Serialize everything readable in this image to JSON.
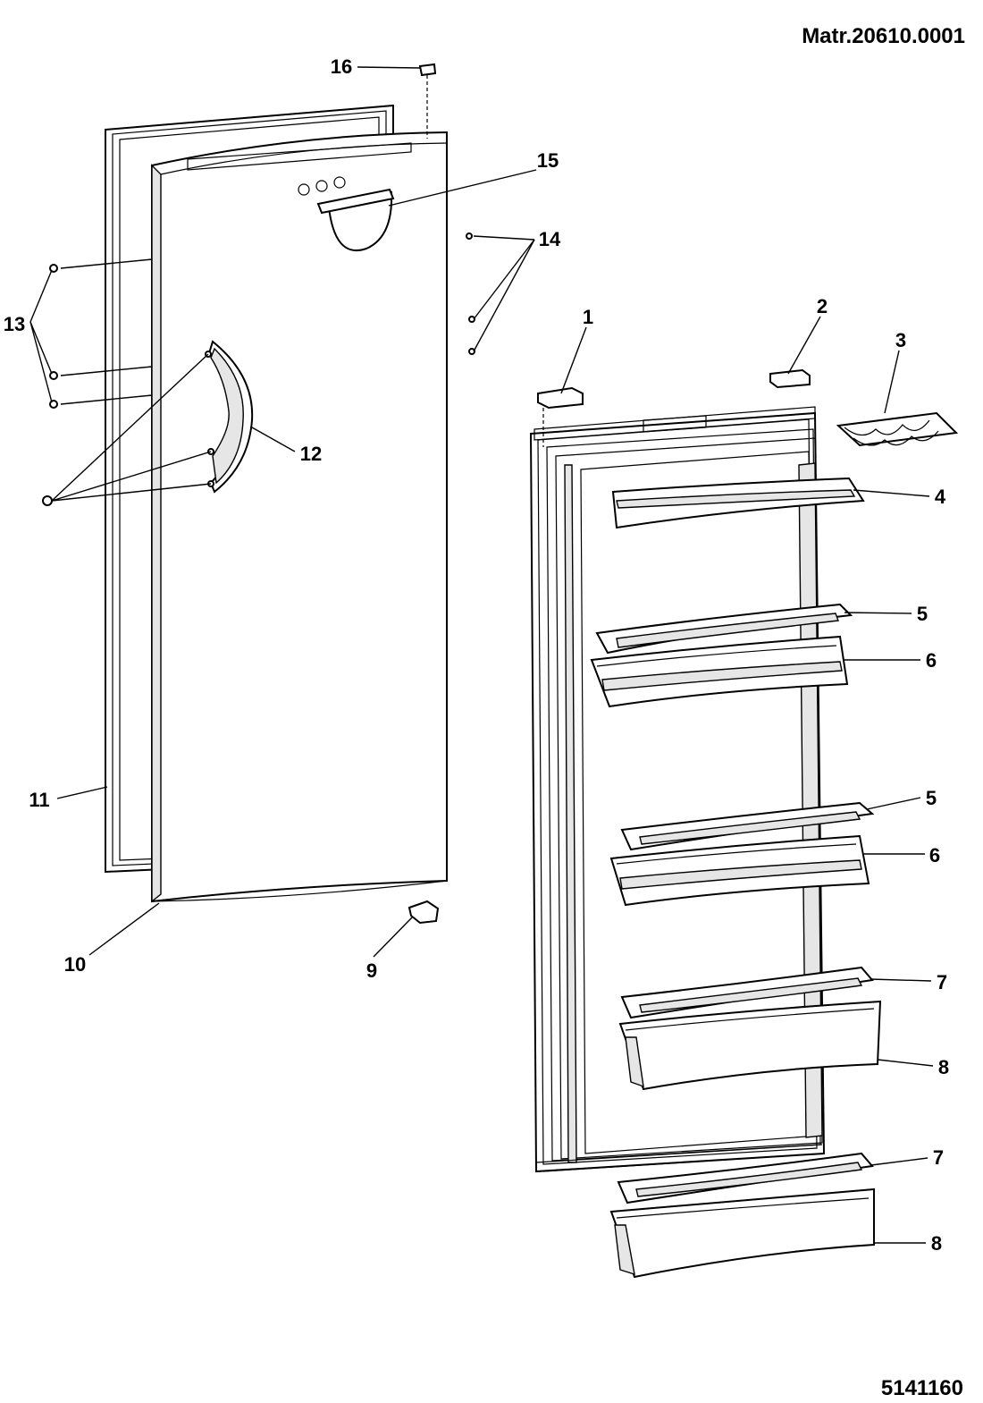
{
  "header": {
    "matricola": "Matr.20610.0001"
  },
  "footer": {
    "code": "5141160"
  },
  "labels": {
    "l1": "1",
    "l2": "2",
    "l3": "3",
    "l4": "4",
    "l5a": "5",
    "l6a": "6",
    "l5b": "5",
    "l6b": "6",
    "l7a": "7",
    "l8a": "8",
    "l7b": "7",
    "l8b": "8",
    "l9": "9",
    "l10": "10",
    "l11": "11",
    "l12": "12",
    "l13": "13",
    "l14": "14",
    "l15": "15",
    "l16": "16"
  }
}
